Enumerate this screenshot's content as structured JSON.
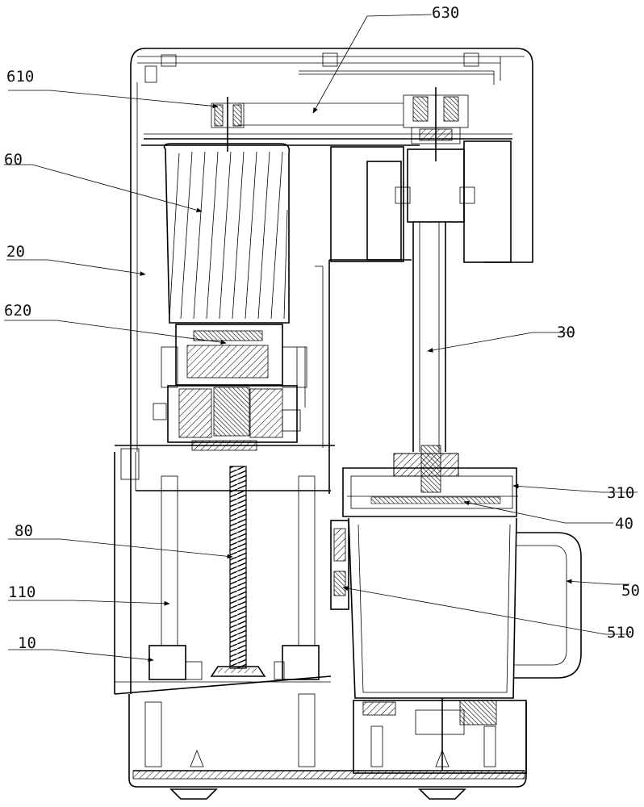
{
  "figure": {
    "labels": [
      {
        "id": "label-630",
        "text": "630"
      },
      {
        "id": "label-610",
        "text": "610"
      },
      {
        "id": "label-60",
        "text": "60"
      },
      {
        "id": "label-20",
        "text": "20"
      },
      {
        "id": "label-620",
        "text": "620"
      },
      {
        "id": "label-30",
        "text": "30"
      },
      {
        "id": "label-310",
        "text": "310"
      },
      {
        "id": "label-40",
        "text": "40"
      },
      {
        "id": "label-80",
        "text": "80"
      },
      {
        "id": "label-50",
        "text": "50"
      },
      {
        "id": "label-110",
        "text": "110"
      },
      {
        "id": "label-510",
        "text": "510"
      },
      {
        "id": "label-10",
        "text": "10"
      }
    ]
  }
}
